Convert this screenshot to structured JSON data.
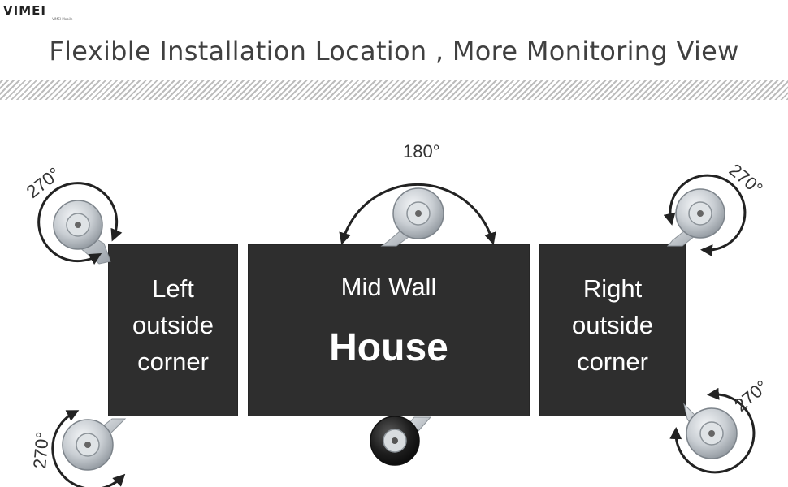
{
  "brand": {
    "logo_text": "VIMEI",
    "logo_subtext": "VIMEI Mobile"
  },
  "headline": "Flexible Installation Location , More Monitoring View",
  "panels": {
    "left": {
      "label": "Left\noutside\ncorner"
    },
    "mid": {
      "label": "Mid  Wall",
      "house": "House"
    },
    "right": {
      "label": "Right\noutside\ncorner"
    }
  },
  "rotations": {
    "top_left": "270°",
    "top_mid": "180°",
    "top_right": "270°",
    "bottom_left": "270°",
    "bottom_right": "270°"
  },
  "colors": {
    "panel": "#2e2e2e",
    "headline": "#404040",
    "arrow": "#222222"
  }
}
